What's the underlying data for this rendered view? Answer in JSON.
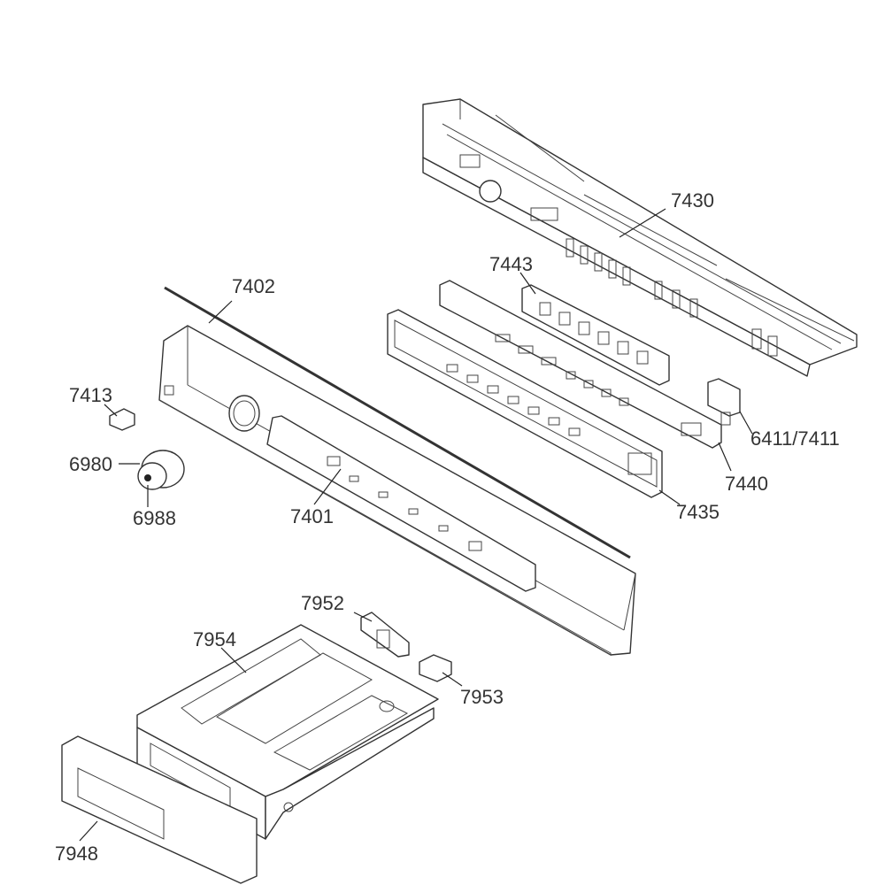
{
  "diagram": {
    "callouts": [
      {
        "id": "7430",
        "text": "7430"
      },
      {
        "id": "7443",
        "text": "7443"
      },
      {
        "id": "7402",
        "text": "7402"
      },
      {
        "id": "7413",
        "text": "7413"
      },
      {
        "id": "6980",
        "text": "6980"
      },
      {
        "id": "6988",
        "text": "6988"
      },
      {
        "id": "7401",
        "text": "7401"
      },
      {
        "id": "6411-7411",
        "text": "6411/7411"
      },
      {
        "id": "7440",
        "text": "7440"
      },
      {
        "id": "7435",
        "text": "7435"
      },
      {
        "id": "7952",
        "text": "7952"
      },
      {
        "id": "7954",
        "text": "7954"
      },
      {
        "id": "7953",
        "text": "7953"
      },
      {
        "id": "7948",
        "text": "7948"
      }
    ]
  }
}
